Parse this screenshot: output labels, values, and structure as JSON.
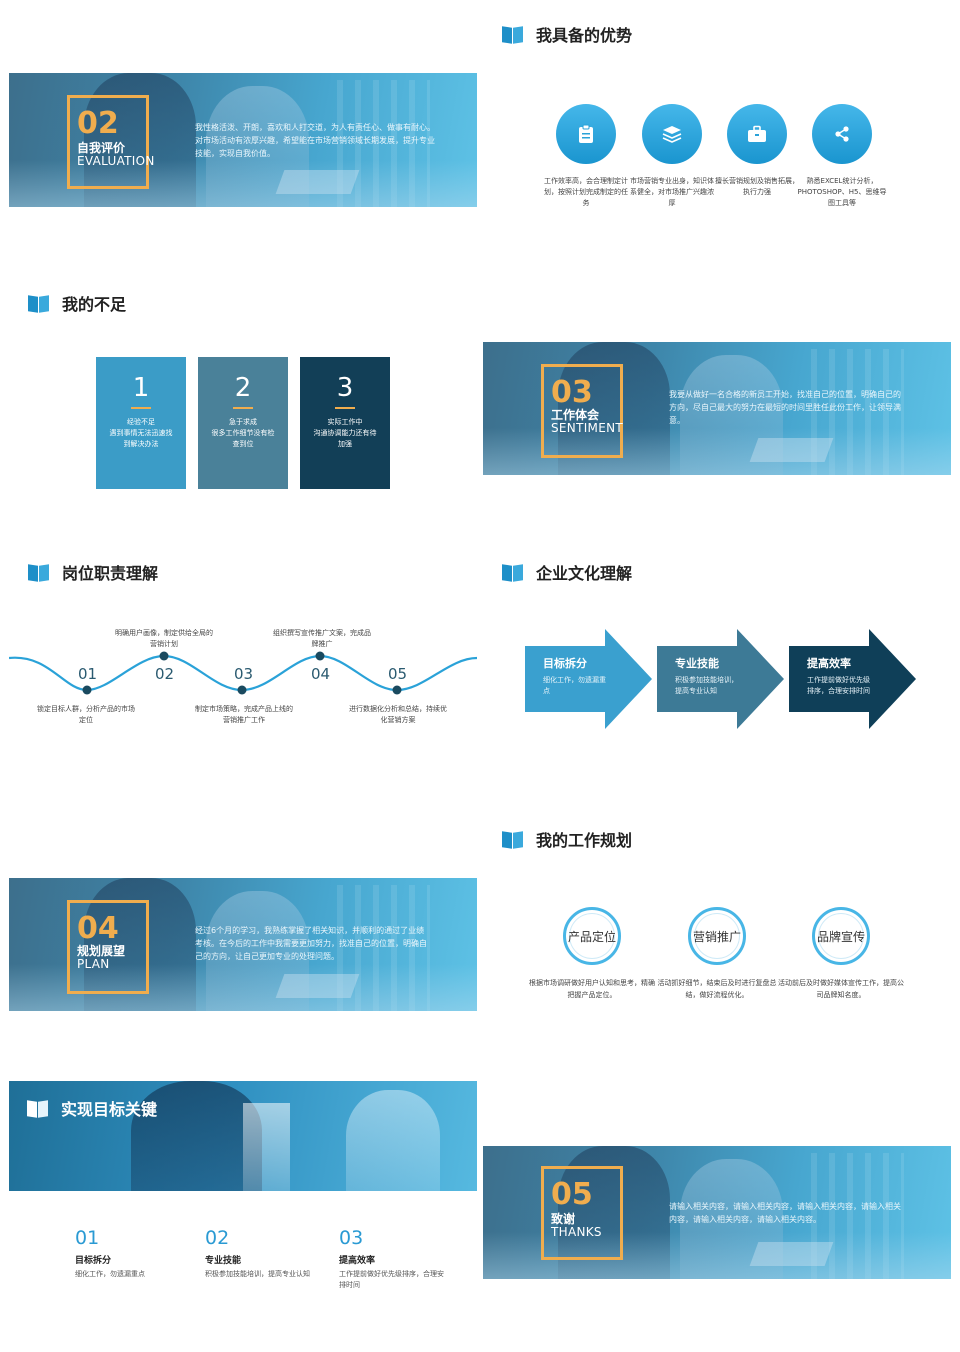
{
  "evaluation": {
    "num": "02",
    "title": "自我评价",
    "en": "EVALUATION",
    "desc": "我性格活泼、开朗，喜欢和人打交道，为人有责任心、做事有耐心。对市场活动有浓厚兴趣，希望能在市场营销领域长期发展，提升专业技能，实现自我价值。"
  },
  "advantages": {
    "title": "我具备的优势",
    "items": [
      {
        "icon": "clipboard-icon",
        "text": "工作效率高，会合理制定计划，按照计划完成制定的任务"
      },
      {
        "icon": "layers-icon",
        "text": "市场营销专业出身，知识体系健全，对市场推广兴趣浓厚"
      },
      {
        "icon": "briefcase-icon",
        "text": "擅长营销规划及销售拓展，执行力强"
      },
      {
        "icon": "share-icon",
        "text": "熟悉EXCEL统计分析，PHOTOSHOP、H5、思维导图工具等"
      }
    ]
  },
  "shortcomings": {
    "title": "我的不足",
    "items": [
      {
        "num": "1",
        "l1": "经验不足",
        "l2": "遇到事情无法迅速找",
        "l3": "到解决办法",
        "color": "#3b9cc7"
      },
      {
        "num": "2",
        "l1": "急于求成",
        "l2": "很多工作细节没有检",
        "l3": "查到位",
        "color": "#4a8199"
      },
      {
        "num": "3",
        "l1": "实际工作中",
        "l2": "沟通协调能力还有待",
        "l3": "加强",
        "color": "#123f57"
      }
    ]
  },
  "sentiment": {
    "num": "03",
    "title": "工作体会",
    "en": "SENTIMENT",
    "desc": "我要从做好一名合格的新员工开始，找准自己的位置，明确自己的方向，尽自己最大的努力在最短的时间里胜任此份工作，让领导满意。"
  },
  "duties": {
    "title": "岗位职责理解",
    "items": [
      {
        "num": "01",
        "text": "锁定目标人群，分析产品的市场定位"
      },
      {
        "num": "02",
        "text": "明确用户画像，制定供给全局的营销计划"
      },
      {
        "num": "03",
        "text": "制定市场策略，完成产品上线的营销推广工作"
      },
      {
        "num": "04",
        "text": "组织撰写宣传推广文案，完成品牌推广"
      },
      {
        "num": "05",
        "text": "进行数据化分析和总结，持续优化营销方案"
      }
    ]
  },
  "culture": {
    "title": "企业文化理解",
    "items": [
      {
        "title": "目标拆分",
        "text": "细化工作，勿遗漏重点",
        "color": "#3aa0cf"
      },
      {
        "title": "专业技能",
        "text": "积极参加技能培训，提高专业认知",
        "color": "#3d7a96"
      },
      {
        "title": "提高效率",
        "text": "工作提前做好优先级排序，合理安排时间",
        "color": "#0f3f58"
      }
    ]
  },
  "plan": {
    "title": "我的工作规划",
    "items": [
      {
        "label": "产品定位",
        "text": "根据市场调研做好用户认知和思考，精确把握产品定位。"
      },
      {
        "label": "营销推广",
        "text": "活动抓好细节，结束后及时进行复盘总结，做好流程优化。"
      },
      {
        "label": "品牌宣传",
        "text": "活动前后及时做好媒体宣传工作，提高公司品牌知名度。"
      }
    ]
  },
  "outlook": {
    "num": "04",
    "title": "规划展望",
    "en": "PLAN",
    "desc": "经过6个月的学习，我熟练掌握了相关知识，并顺利的通过了业绩考核。在今后的工作中我需要更加努力，找准自己的位置，明确自己的方向，让自己更加专业的处理问题。"
  },
  "goal_key": {
    "title": "实现目标关键",
    "items": [
      {
        "num": "01",
        "title": "目标拆分",
        "text": "细化工作，勿遗漏重点"
      },
      {
        "num": "02",
        "title": "专业技能",
        "text": "积极参加技能培训，提高专业认知"
      },
      {
        "num": "03",
        "title": "提高效率",
        "text": "工作提前做好优先级排序，合理安排时间"
      }
    ]
  },
  "thanks": {
    "num": "05",
    "title": "致谢",
    "en": "THANKS",
    "desc": "请输入相关内容，请输入相关内容，请输入相关内容，请输入相关内容，请输入相关内容，请输入相关内容。"
  }
}
